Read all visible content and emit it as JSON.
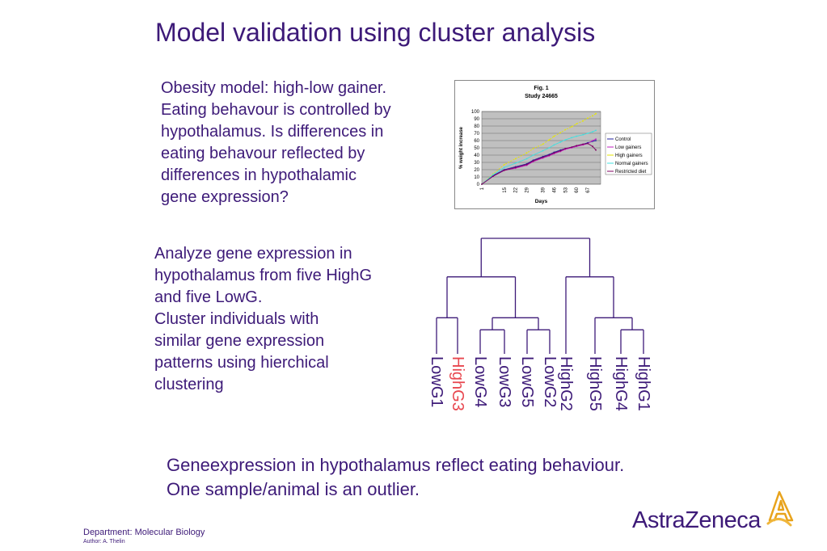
{
  "title": "Model validation using cluster analysis",
  "para1": [
    "Obesity model: high-low gainer.",
    "Eating behavour is controlled by",
    "hypothalamus. Is differences in",
    "eating behavour reflected by",
    "differences in hypothalamic",
    "gene expression?"
  ],
  "para2": [
    "Analyze gene expression in",
    "hypothalamus from five HighG",
    "and five LowG.",
    "Cluster individuals with",
    "similar gene expression",
    "patterns using hierchical",
    "clustering"
  ],
  "conclusion": [
    "Geneexpression in hypothalamus reflect eating behaviour.",
    "One sample/animal is an outlier."
  ],
  "footer": {
    "department": "Department: Molecular Biology",
    "author": "Author: A. Thelin"
  },
  "logo": {
    "text": "AstraZeneca"
  },
  "colors": {
    "text": "#3d1a78",
    "outlier": "#e8474f",
    "plot_bg": "#c0c0c0"
  },
  "chart_data": {
    "type": "line",
    "title": "Fig. 1",
    "subtitle": "Study 24665",
    "xlabel": "Days",
    "ylabel": "% weight increase",
    "x_tick_labels": [
      "1",
      "15",
      "22",
      "29",
      "39",
      "46",
      "53",
      "60",
      "67"
    ],
    "ylim": [
      0,
      100
    ],
    "y_ticks": [
      0,
      10,
      20,
      30,
      40,
      50,
      60,
      70,
      80,
      90,
      100
    ],
    "grid": true,
    "legend_position": "right",
    "x": [
      1,
      8,
      15,
      22,
      29,
      33,
      39,
      43,
      46,
      50,
      53,
      57,
      60,
      64,
      67,
      70,
      72
    ],
    "series": [
      {
        "name": "Control",
        "color": "#2020a0",
        "values": [
          0,
          12,
          20,
          24,
          28,
          33,
          38,
          41,
          44,
          47,
          49,
          51,
          53,
          55,
          57,
          59,
          60
        ]
      },
      {
        "name": "Low gainers",
        "color": "#c020c0",
        "values": [
          0,
          11,
          19,
          22,
          26,
          31,
          36,
          39,
          42,
          45,
          48,
          50,
          52,
          54,
          56,
          60,
          62
        ]
      },
      {
        "name": "High gainers",
        "color": "#e6e600",
        "values": [
          0,
          14,
          27,
          35,
          43,
          49,
          55,
          61,
          66,
          71,
          75,
          79,
          83,
          87,
          91,
          94,
          97
        ]
      },
      {
        "name": "Normal gainers",
        "color": "#40e0e0",
        "values": [
          0,
          13,
          23,
          29,
          35,
          40,
          46,
          50,
          54,
          58,
          61,
          64,
          66,
          68,
          70,
          72,
          74
        ]
      },
      {
        "name": "Restricted diet",
        "color": "#800060",
        "values": [
          0,
          11,
          19,
          23,
          27,
          32,
          37,
          40,
          43,
          46,
          49,
          51,
          53,
          55,
          56,
          52,
          47
        ]
      }
    ]
  },
  "dendrogram": {
    "leaves": [
      {
        "label": "LowG1",
        "outlier": false
      },
      {
        "label": "HighG3",
        "outlier": true
      },
      {
        "label": "LowG4",
        "outlier": false
      },
      {
        "label": "LowG3",
        "outlier": false
      },
      {
        "label": "LowG5",
        "outlier": false
      },
      {
        "label": "LowG2",
        "outlier": false
      },
      {
        "label": "HighG2",
        "outlier": false
      },
      {
        "label": "HighG5",
        "outlier": false
      },
      {
        "label": "HighG4",
        "outlier": false
      },
      {
        "label": "HighG1",
        "outlier": false
      }
    ],
    "merges": [
      {
        "left": 8,
        "right": 9,
        "height": 1
      },
      {
        "left": 2,
        "right": 3,
        "height": 1
      },
      {
        "left": 4,
        "right": 5,
        "height": 1
      },
      {
        "left": 0,
        "right": 1,
        "height": 1.5
      },
      {
        "left": 11,
        "right": 12,
        "height": 1.5
      },
      {
        "left": 7,
        "right": 10,
        "height": 1.5
      },
      {
        "left": 13,
        "right": 14,
        "height": 3.2
      },
      {
        "left": 6,
        "right": 15,
        "height": 3.2
      },
      {
        "left": 16,
        "right": 17,
        "height": 4.8
      }
    ]
  }
}
